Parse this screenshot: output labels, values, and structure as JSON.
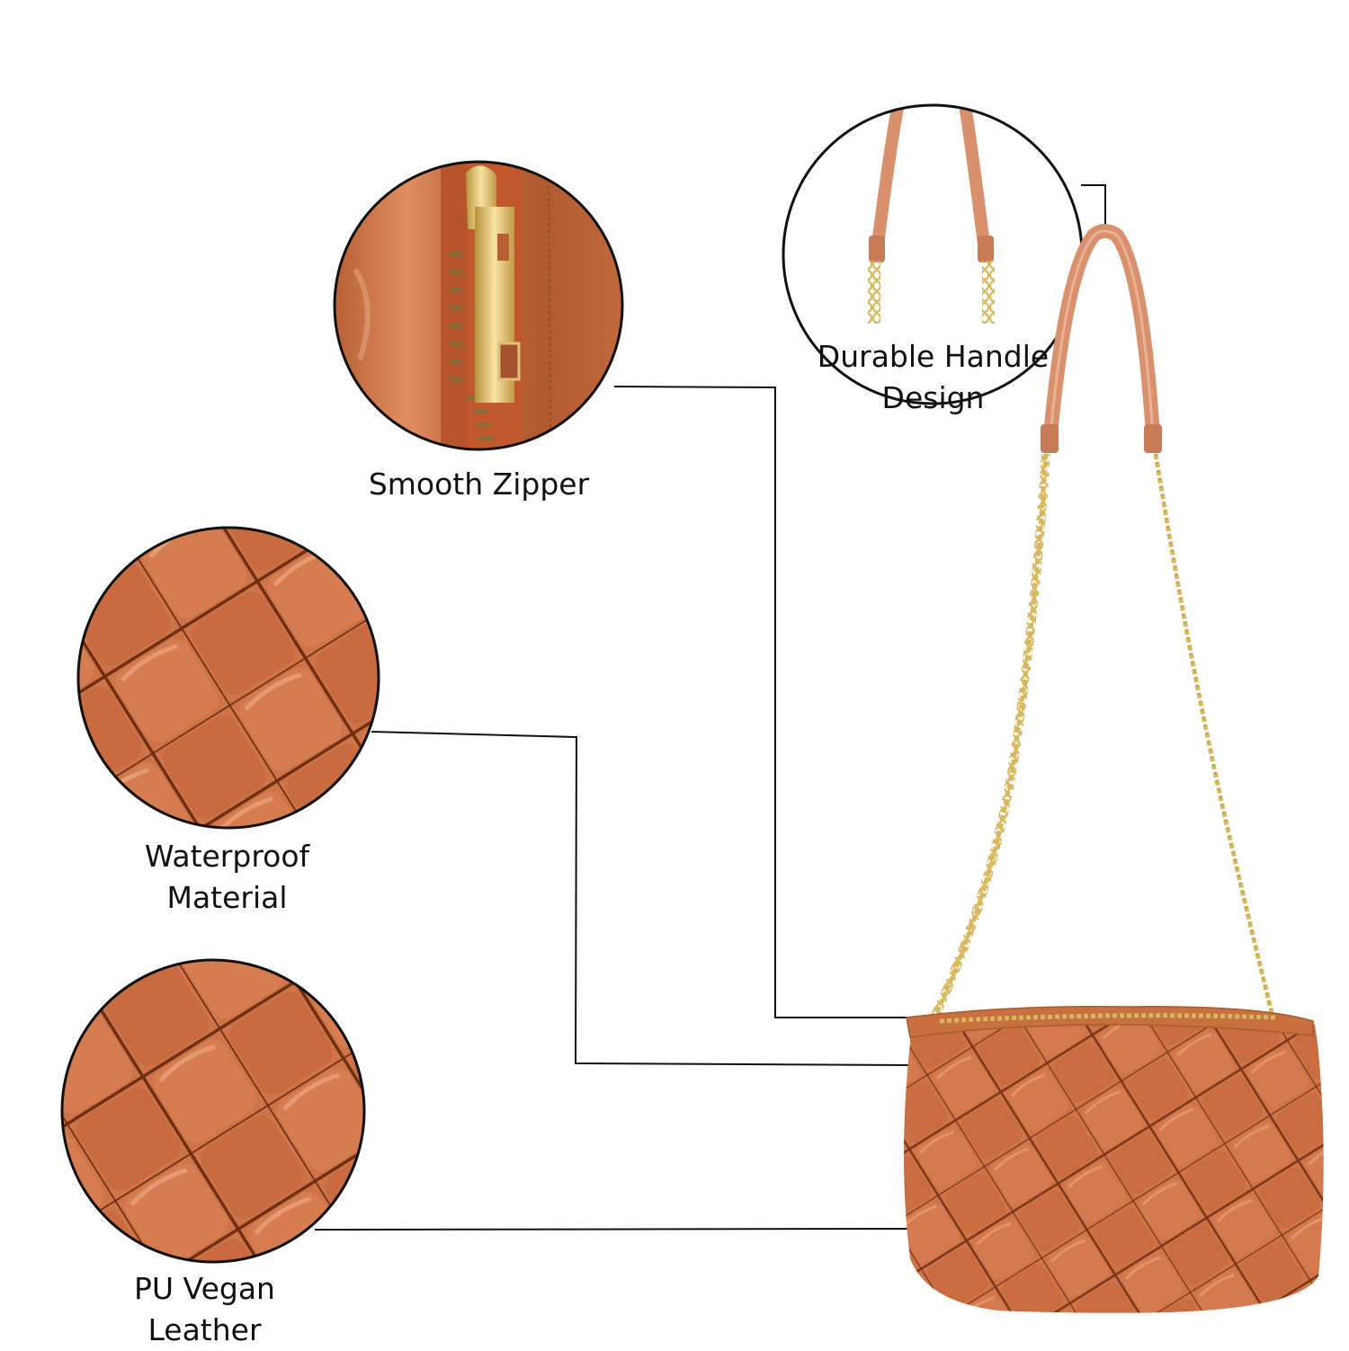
{
  "infographic": {
    "product": "Woven PU vegan leather crossbody bag with gold chain strap",
    "colors": {
      "leather": "#cf7448",
      "leather_dark": "#8a3f1e",
      "leather_highlight": "#e89a72",
      "strap": "#d9906c",
      "gold": "#d8b85e",
      "line": "#111111",
      "background": "#ffffff"
    },
    "callouts": [
      {
        "id": "zipper",
        "title": "Smooth Zipper",
        "lines": [
          "Smooth Zipper"
        ]
      },
      {
        "id": "handle",
        "title": "Durable Handle Design",
        "lines": [
          "Durable Handle",
          "Design"
        ]
      },
      {
        "id": "waterproof",
        "title": "Waterproof Material",
        "lines": [
          "Waterproof",
          "Material"
        ]
      },
      {
        "id": "leather",
        "title": "PU Vegan Leather",
        "lines": [
          "PU Vegan",
          "Leather"
        ]
      }
    ]
  }
}
